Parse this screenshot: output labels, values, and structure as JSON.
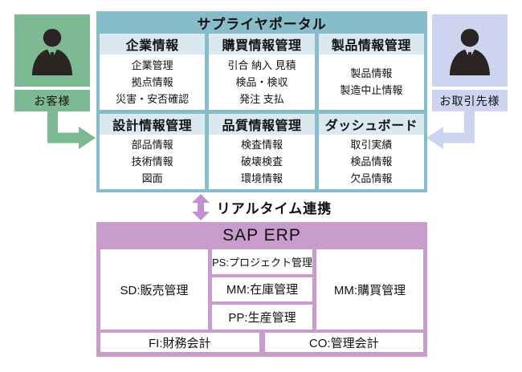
{
  "portal": {
    "title": "サプライヤポータル",
    "modules": [
      {
        "title": "企業情報",
        "items": [
          "企業管理",
          "拠点情報",
          "災害・安否確認"
        ]
      },
      {
        "title": "購買情報管理",
        "items": [
          "引合 納入 見積",
          "検品・検収",
          "発注 支払"
        ]
      },
      {
        "title": "製品情報管理",
        "items": [
          "製品情報",
          "製造中止情報",
          ""
        ]
      },
      {
        "title": "設計情報管理",
        "items": [
          "部品情報",
          "技術情報",
          "図面"
        ]
      },
      {
        "title": "品質情報管理",
        "items": [
          "検査情報",
          "破壊検査",
          "環境情報"
        ]
      },
      {
        "title": "ダッシュボード",
        "items": [
          "取引実績",
          "検品情報",
          "欠品情報"
        ]
      }
    ]
  },
  "connector": {
    "label": "リアルタイム連携"
  },
  "erp": {
    "title": "SAP ERP",
    "left_module": "SD:販売管理",
    "middle_modules": [
      "PS:プロジェクト管理",
      "MM:在庫管理",
      "PP:生産管理"
    ],
    "right_module": "MM:購買管理",
    "bottom_modules": [
      "FI:財務会計",
      "CO:管理会計"
    ]
  },
  "actors": {
    "customer": {
      "label": "お客様"
    },
    "supplier": {
      "label": "お取引先様"
    }
  },
  "icons": {
    "customer_person": "person-in-suit-icon",
    "supplier_person": "person-in-suit-icon",
    "customer_arrow": "elbow-arrow-right-icon",
    "supplier_arrow": "elbow-arrow-left-icon",
    "realtime_arrow": "double-headed-vertical-arrow-icon"
  },
  "colors": {
    "portal_teal": "#87bccb",
    "portal_box_header": "#d9e9ef",
    "erp_pink": "#c89ccb",
    "connector_purple": "#c48fd0",
    "customer_green": "#7db992",
    "supplier_lavender": "#cdd4ef",
    "icon_dark": "#2a2522",
    "text": "#111111",
    "background": "#ffffff"
  }
}
